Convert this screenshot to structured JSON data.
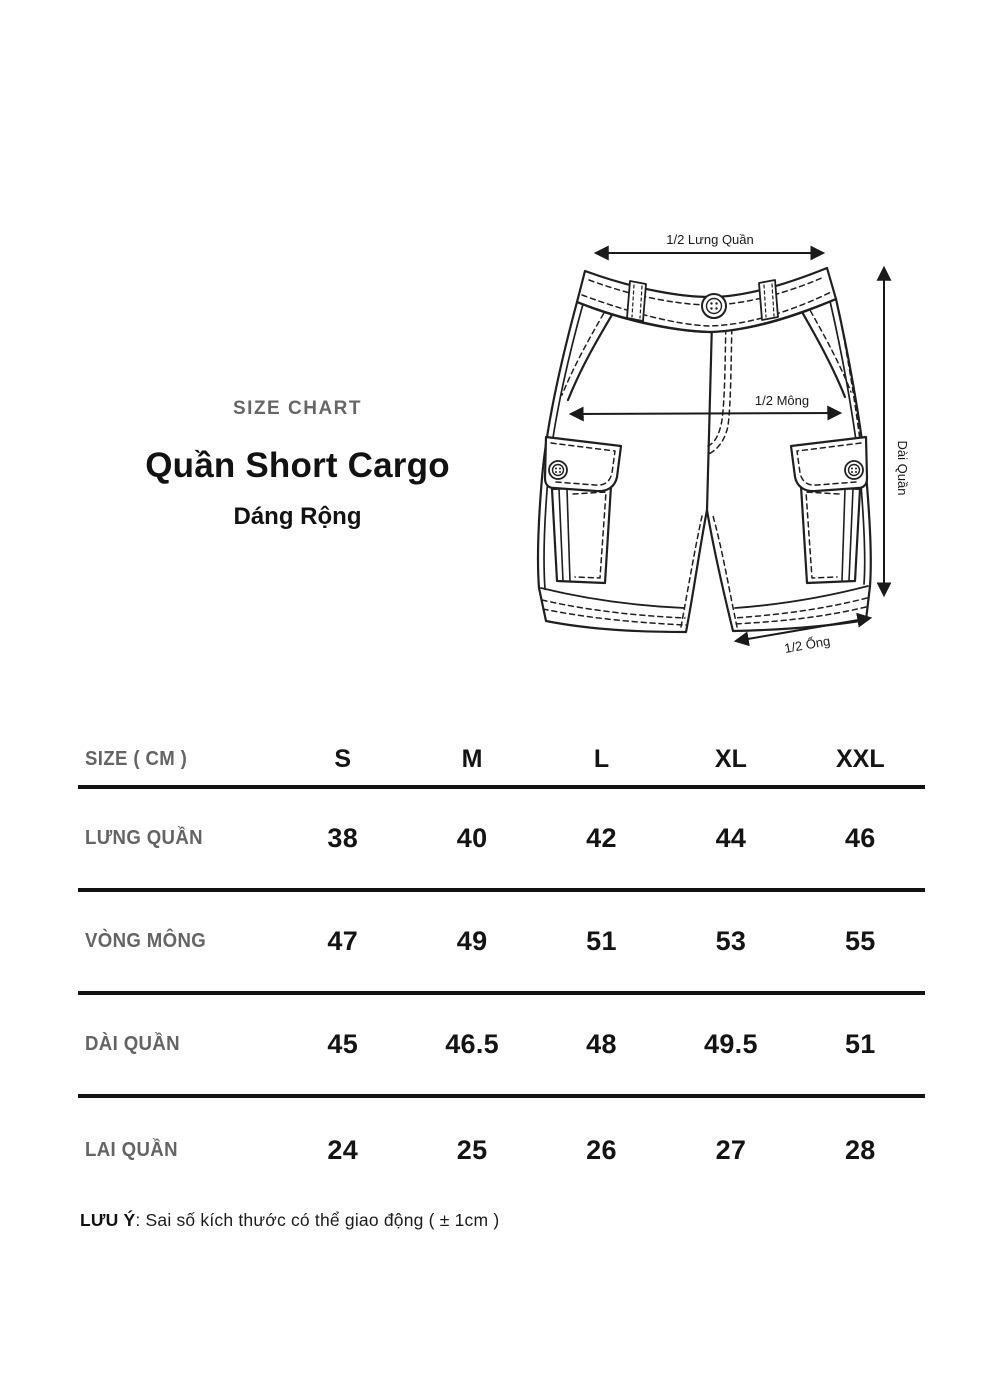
{
  "title_block": {
    "eyebrow": "SIZE CHART",
    "title": "Quần Short Cargo",
    "subtitle": "Dáng Rộng"
  },
  "diagram": {
    "labels": {
      "waist": "1/2 Lưng Quần",
      "hip": "1/2 Mông",
      "length": "Dài Quần",
      "hem": "1/2 Ống"
    }
  },
  "size_table": {
    "header": {
      "label": "SIZE ( CM )",
      "sizes": [
        "S",
        "M",
        "L",
        "XL",
        "XXL"
      ]
    },
    "rows": [
      {
        "label": "LƯNG QUẦN",
        "values": [
          "38",
          "40",
          "42",
          "44",
          "46"
        ]
      },
      {
        "label": "VÒNG MÔNG",
        "values": [
          "47",
          "49",
          "51",
          "53",
          "55"
        ]
      },
      {
        "label": "DÀI QUẦN",
        "values": [
          "45",
          "46.5",
          "48",
          "49.5",
          "51"
        ]
      },
      {
        "label": "LAI QUẦN",
        "values": [
          "24",
          "25",
          "26",
          "27",
          "28"
        ]
      }
    ]
  },
  "note": {
    "prefix": "LƯU Ý",
    "text": ": Sai số kích thước có thể giao động ( ± 1cm )"
  },
  "colors": {
    "text_primary": "#141414",
    "text_muted": "#646464",
    "rule_line": "#131313",
    "drawing_stroke": "#1f1f1f",
    "background": "#ffffff"
  },
  "chart_data": {
    "type": "table",
    "title": "SIZE CHART — Quần Short Cargo — Dáng Rộng",
    "unit": "cm",
    "categories": [
      "S",
      "M",
      "L",
      "XL",
      "XXL"
    ],
    "series": [
      {
        "name": "LƯNG QUẦN",
        "values": [
          38,
          40,
          42,
          44,
          46
        ]
      },
      {
        "name": "VÒNG MÔNG",
        "values": [
          47,
          49,
          51,
          53,
          55
        ]
      },
      {
        "name": "DÀI QUẦN",
        "values": [
          45,
          46.5,
          48,
          49.5,
          51
        ]
      },
      {
        "name": "LAI QUẦN",
        "values": [
          24,
          25,
          26,
          27,
          28
        ]
      }
    ],
    "note": "LƯU Ý: Sai số kích thước có thể giao động ( ± 1cm )"
  }
}
